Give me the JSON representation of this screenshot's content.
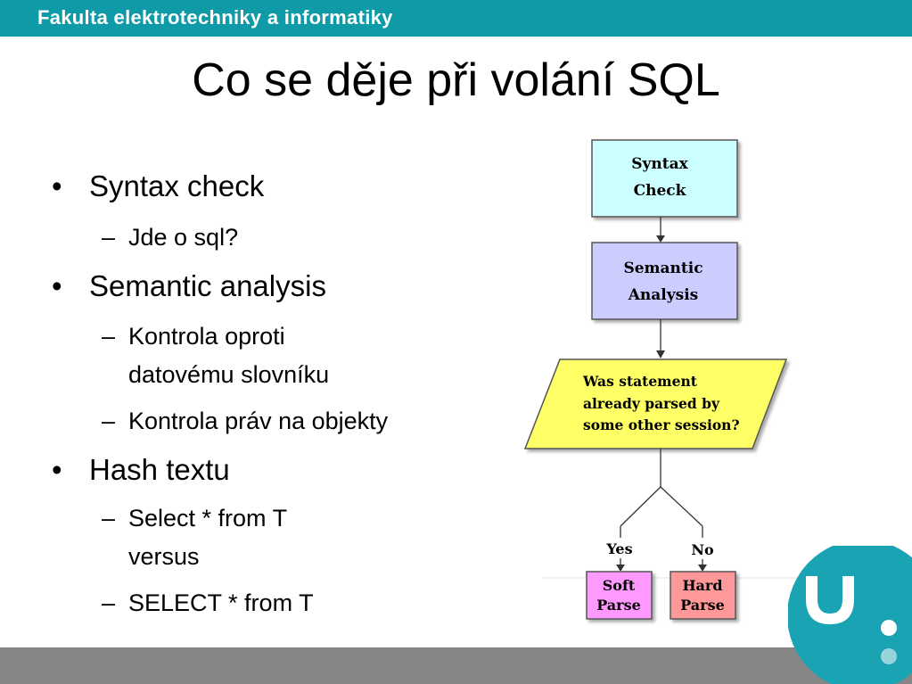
{
  "header": {
    "text": "Fakulta elektrotechniky a informatiky"
  },
  "slide": {
    "title": "Co se děje při volání SQL",
    "bullets": [
      {
        "label": "Syntax check",
        "subs": [
          "Jde o sql?"
        ]
      },
      {
        "label": "Semantic analysis",
        "subs": [
          "Kontrola oproti",
          "datovému slovníku",
          "Kontrola práv na objekty"
        ]
      },
      {
        "label": "Hash textu",
        "subs": [
          "Select * from T",
          "versus",
          "SELECT * from T"
        ]
      }
    ]
  },
  "flowchart": {
    "syntax_check": [
      "Syntax",
      "Check"
    ],
    "semantic_analysis": [
      "Semantic",
      "Analysis"
    ],
    "decision": [
      "Was statement",
      "already parsed by",
      "some other session?"
    ],
    "yes_label": "Yes",
    "no_label": "No",
    "soft_parse": [
      "Soft",
      "Parse"
    ],
    "hard_parse": [
      "Hard",
      "Parse"
    ]
  },
  "colors": {
    "header": "#0e9aa6",
    "footer": "#868686",
    "syntax_box": "#ccffff",
    "semantic_box": "#ccccff",
    "decision_box": "#ffff66",
    "soft_box": "#ff99ff",
    "hard_box": "#ff9999",
    "logo": "#1aa3b3"
  }
}
